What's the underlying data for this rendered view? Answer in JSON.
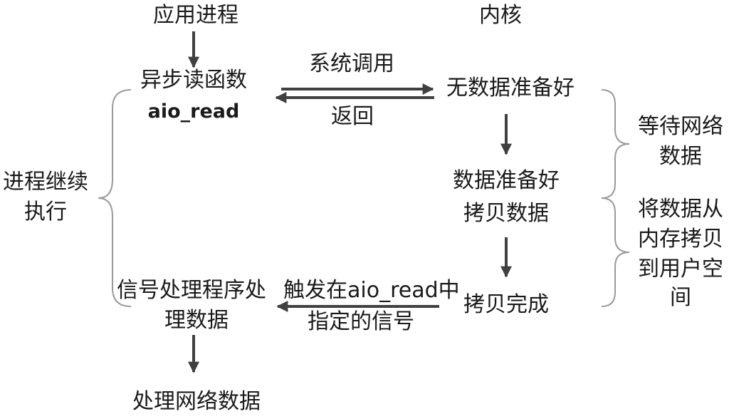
{
  "header": {
    "app_process": "应用进程",
    "kernel": "内核"
  },
  "app_side": {
    "async_read_func": "异步读函数",
    "aio_read": "aio_read",
    "signal_handler_line1": "信号处理程序处",
    "signal_handler_line2": "理数据",
    "process_network_data": "处理网络数据",
    "process_continues_line1": "进程继续",
    "process_continues_line2": "执行"
  },
  "arrows": {
    "system_call": "系统调用",
    "return": "返回",
    "trigger_line1": "触发在aio_read中",
    "trigger_line2": "指定的信号"
  },
  "kernel_side": {
    "no_data_ready": "无数据准备好",
    "data_ready": "数据准备好",
    "copy_data": "拷贝数据",
    "copy_done": "拷贝完成",
    "wait_network_line1": "等待网络",
    "wait_network_line2": "数据",
    "copy_to_user_line1": "将数据从",
    "copy_to_user_line2": "内存拷贝",
    "copy_to_user_line3": "到用户空",
    "copy_to_user_line4": "间"
  }
}
